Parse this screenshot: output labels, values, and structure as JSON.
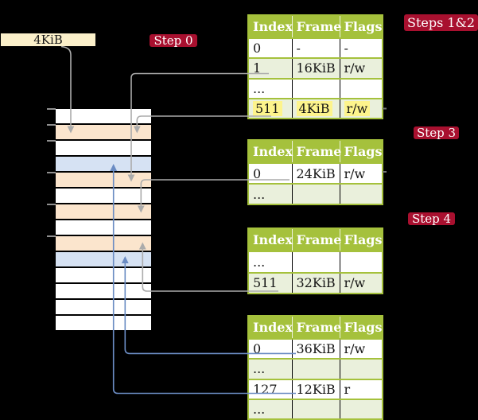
{
  "labels": {
    "page_size": "4KiB",
    "step0": "Step 0",
    "steps12": "Steps 1&2",
    "step3": "Step 3",
    "step4": "Step 4"
  },
  "colors": {
    "background": "#000000",
    "label_bg": "#FBF0CA",
    "step_bg": "#A8102F",
    "step_text": "#FFFFFF",
    "table_header_bg": "#A5C13C",
    "table_border": "#A5C13C",
    "row_shade": "#EAF0DC",
    "highlight": "#FDF48C",
    "cell_orange": "#FBE5CD",
    "cell_blue": "#D6E2F3",
    "arrow_gray": "#ABABAB",
    "arrow_blue": "#6B8CC3"
  },
  "memory_column": {
    "cells": [
      "white",
      "orange",
      "white",
      "blue",
      "orange",
      "white",
      "orange",
      "white",
      "orange",
      "blue",
      "white",
      "white",
      "white",
      "white"
    ]
  },
  "tables": {
    "headers": [
      "Index",
      "Frame",
      "Flags"
    ],
    "t1": {
      "rows": [
        {
          "cells": [
            "0",
            "-",
            "-"
          ],
          "shade": false,
          "highlight": false
        },
        {
          "cells": [
            "1",
            "16KiB",
            "r/w"
          ],
          "shade": true,
          "highlight": false
        },
        {
          "cells": [
            "...",
            "",
            ""
          ],
          "shade": false,
          "highlight": false
        },
        {
          "cells": [
            "511",
            "4KiB",
            "r/w"
          ],
          "shade": true,
          "highlight": true
        }
      ]
    },
    "t2": {
      "rows": [
        {
          "cells": [
            "0",
            "24KiB",
            "r/w"
          ],
          "shade": false,
          "highlight": false
        },
        {
          "cells": [
            "...",
            "",
            ""
          ],
          "shade": true,
          "highlight": false
        }
      ]
    },
    "t3": {
      "rows": [
        {
          "cells": [
            "...",
            "",
            ""
          ],
          "shade": false,
          "highlight": false
        },
        {
          "cells": [
            "511",
            "32KiB",
            "r/w"
          ],
          "shade": true,
          "highlight": false
        }
      ]
    },
    "t4": {
      "rows": [
        {
          "cells": [
            "0",
            "36KiB",
            "r/w"
          ],
          "shade": false,
          "highlight": false
        },
        {
          "cells": [
            "...",
            "",
            ""
          ],
          "shade": true,
          "highlight": false
        },
        {
          "cells": [
            "127",
            "12KiB",
            "r"
          ],
          "shade": false,
          "highlight": false
        },
        {
          "cells": [
            "...",
            "",
            ""
          ],
          "shade": true,
          "highlight": false
        }
      ]
    }
  }
}
